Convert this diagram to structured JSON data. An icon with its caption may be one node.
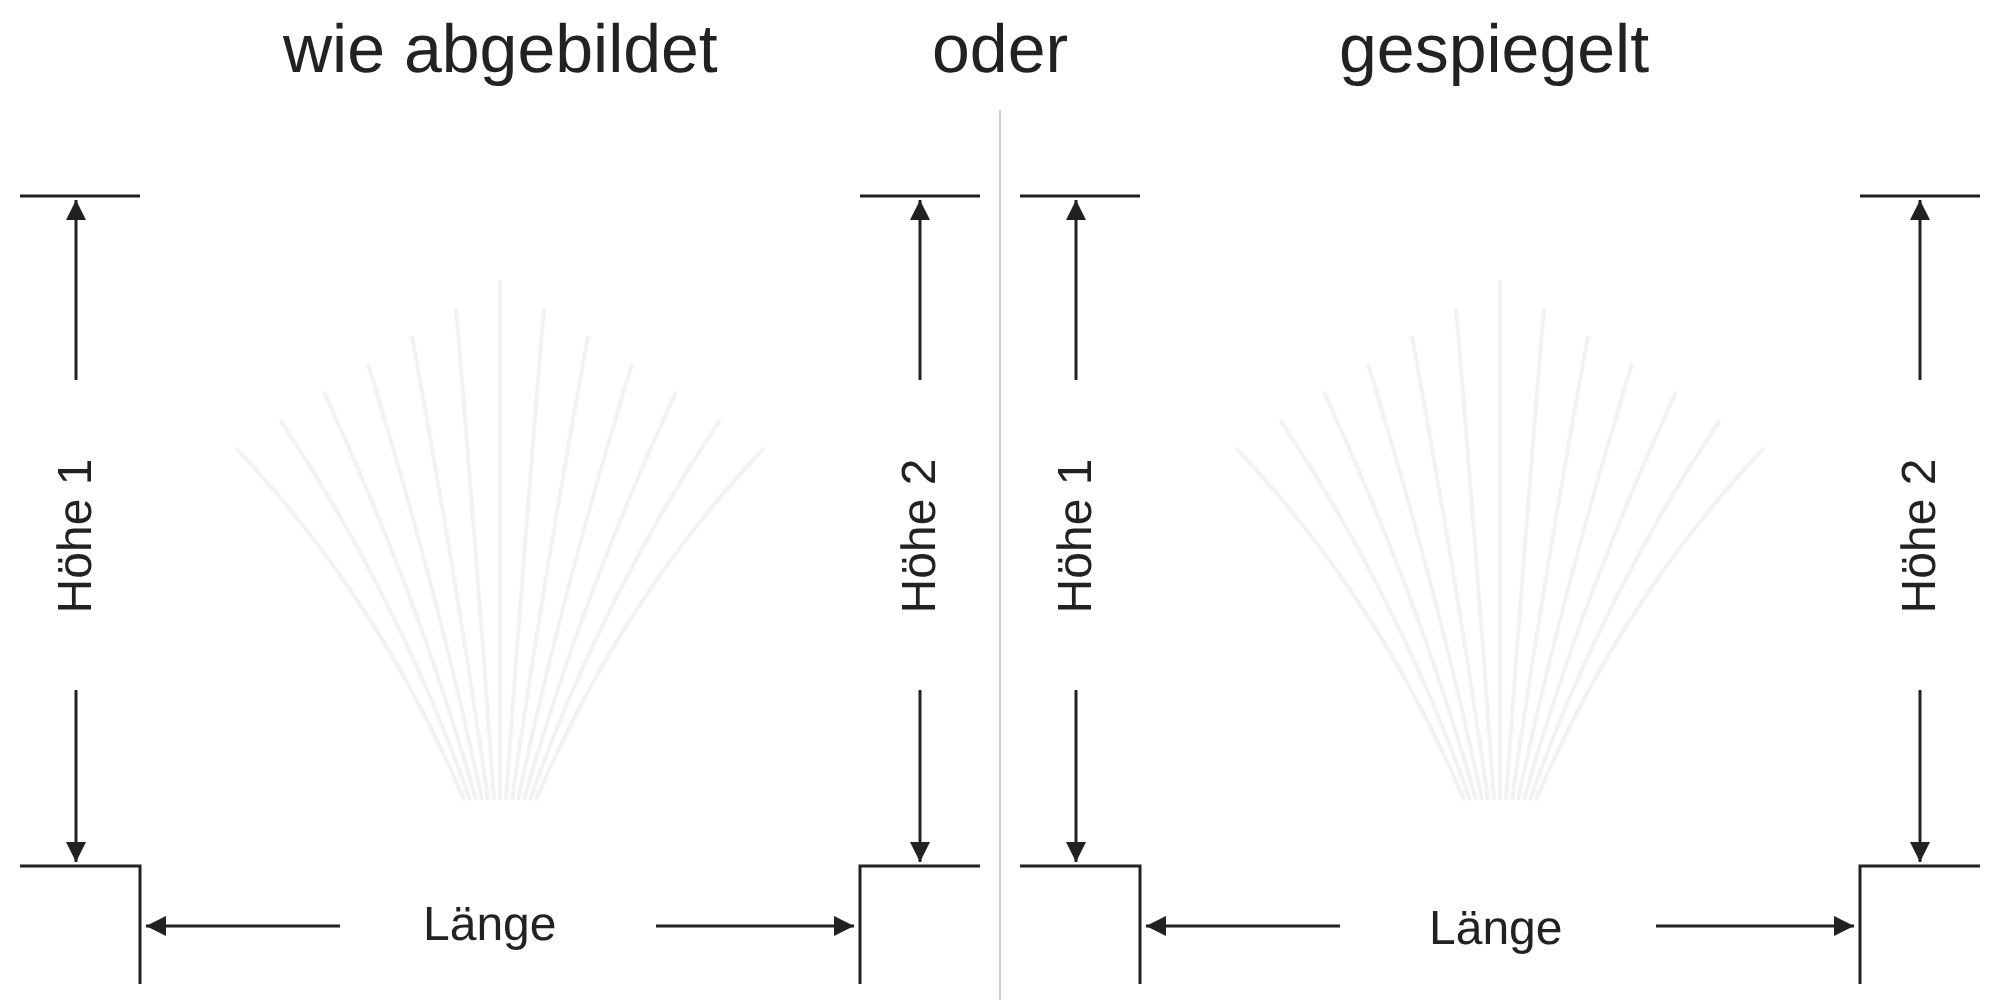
{
  "diagram": {
    "labels": [
      "wie abgebildet",
      "oder",
      "gespiegelt",
      "Höhe 1",
      "Höhe 2",
      "Höhe 1",
      "Höhe 2",
      "Länge",
      "Länge"
    ]
  }
}
